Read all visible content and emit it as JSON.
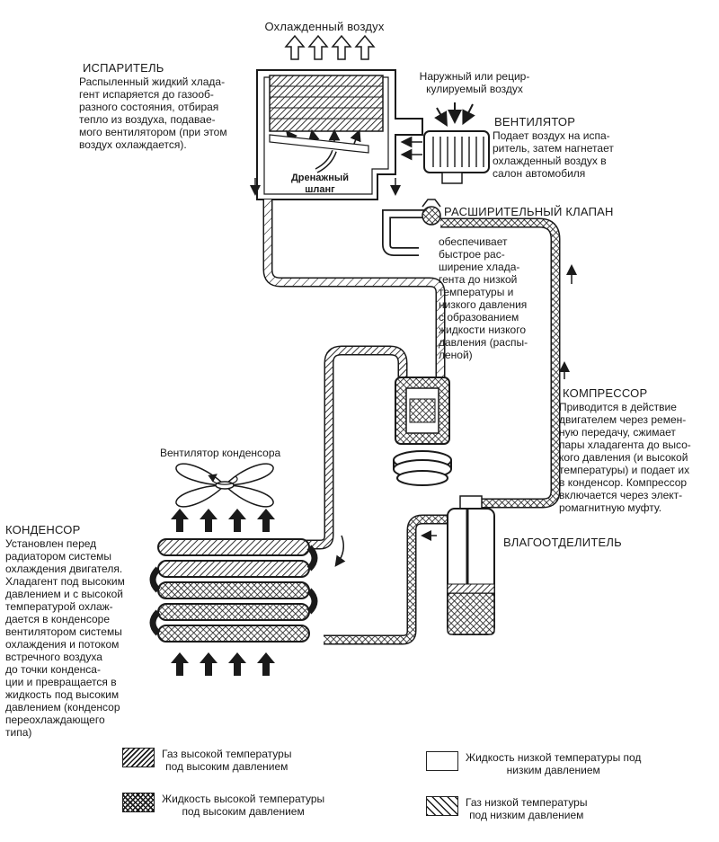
{
  "labels": {
    "cooled_air": "Охлажденный воздух",
    "evaporator_title": "ИСПАРИТЕЛЬ",
    "evaporator_desc": "Распыленный жидкий хлада-\nгент испаряется до газооб-\nразного состояния, отбирая\nтепло из воздуха, подавае-\nмого вентилятором (при этом\nвоздух охлаждается).",
    "outside_air": "Наружный или рецир-\nкулируемый воздух",
    "fan_title": "ВЕНТИЛЯТОР",
    "fan_desc": "Подает воздух на испа-\nритель, затем нагнетает\nохлажденный воздух в\nсалон автомобиля",
    "drain_hose": "Дренажный\nшланг",
    "expansion_valve_title": "РАСШИРИТЕЛЬНЫЙ КЛАПАН",
    "expansion_valve_desc": "обеспечивает\nбыстрое рас-\nширение хлада-\nгента до низкой\nтемпературы и\nнизкого давления\nс образованием\nжидкости низкого\nдавления (распы-\nленой)",
    "compressor_title": "КОМПРЕССОР",
    "compressor_desc": "Приводится в действие\nдвигателем через ремен-\nную передачу, сжимает\nпары хладагента до высо-\nкого давления (и высокой\nтемпературы) и подает их\nв конденсор. Компрессор\nвключается через элект-\nромагнитную муфту.",
    "condenser_fan": "Вентилятор конденсора",
    "condenser_title": "КОНДЕНСОР",
    "condenser_desc": "Установлен перед\nрадиатором системы\nохлаждения двигателя.\nХладагент под высоким\nдавлением и с высокой\nтемпературой охлаж-\nдается в конденсоре\nвентилятором системы\nохлаждения и потоком\nвстречного воздуха\nдо точки конденса-\nции и превращается в\nжидкость под высоким\nдавлением (конденсор\nпереохлаждающего\nтипа)",
    "receiver_dryer": "ВЛАГООТДЕЛИТЕЛЬ"
  },
  "legend": [
    {
      "label": "Газ высокой температуры\nпод высоким давлением",
      "pattern": "diag-dense"
    },
    {
      "label": "Жидкость высокой температуры\nпод высоким давлением",
      "pattern": "cross-hatch"
    },
    {
      "label": "Жидкость низкой температуры под\nнизким давлением",
      "pattern": "blank"
    },
    {
      "label": "Газ низкой температуры\nпод низким давлением",
      "pattern": "diag-sparse"
    }
  ],
  "colors": {
    "ink": "#1a1a1a",
    "paper": "#ffffff"
  },
  "icons": [
    "arrow-up-icon",
    "arrow-down-icon",
    "fan-icon",
    "blower-icon"
  ]
}
